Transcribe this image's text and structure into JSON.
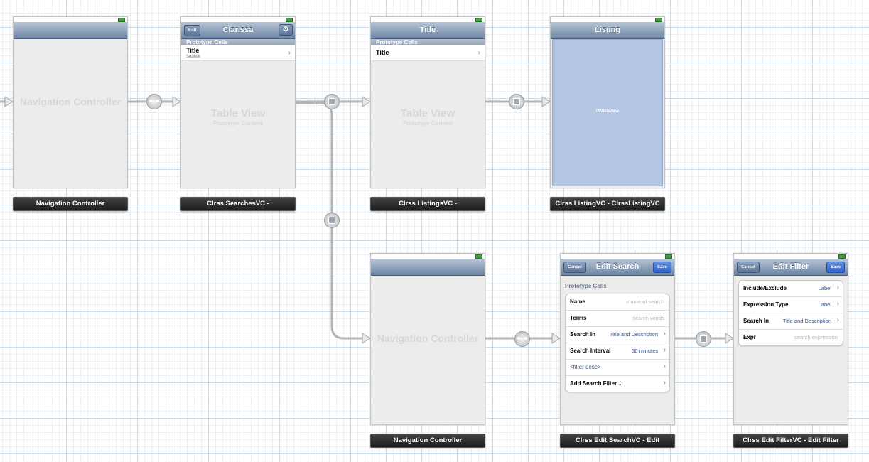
{
  "colors": {
    "navbar": "#6d84a3",
    "label_bar": "#1c1c1c",
    "webview": "#b3c5e2",
    "grid": "#c9dcea",
    "value_text": "#385487"
  },
  "scenes": {
    "nav1": {
      "ghost": "Navigation Controller",
      "label": "Navigation Controller"
    },
    "searches": {
      "title": "Clarissa",
      "left_button": "Edit",
      "right_icon": "gear-icon",
      "section": "Prototype Cells",
      "cell_title": "Title",
      "cell_subtitle": "Subtitle",
      "ghost": "Table View",
      "ghost_sub": "Prototype Content",
      "label": "Clrss SearchesVC -"
    },
    "listings": {
      "title": "Title",
      "section": "Prototype Cells",
      "cell_title": "Title",
      "ghost": "Table View",
      "ghost_sub": "Prototype Content",
      "label": "Clrss ListingsVC -"
    },
    "listing": {
      "title": "Listing",
      "webview": "UIWebView",
      "label": "Clrss ListingVC - ClrssListingVC"
    },
    "nav2": {
      "ghost": "Navigation Controller",
      "label": "Navigation Controller"
    },
    "edit_search": {
      "title": "Edit Search",
      "left_button": "Cancel",
      "right_button": "Save",
      "section": "Prototype Cells",
      "rows": [
        {
          "label": "Name",
          "placeholder": "name of search"
        },
        {
          "label": "Terms",
          "placeholder": "search words"
        },
        {
          "label": "Search In",
          "value": "Title and Description"
        },
        {
          "label": "Search Interval",
          "value": "30 minutes"
        },
        {
          "label": "<filter desc>"
        },
        {
          "label": "Add Search Filter..."
        }
      ],
      "label": "Clrss Edit SearchVC - Edit"
    },
    "edit_filter": {
      "title": "Edit Filter",
      "left_button": "Cancel",
      "right_button": "Save",
      "rows": [
        {
          "label": "Include/Exclude",
          "value": "Label"
        },
        {
          "label": "Expression Type",
          "value": "Label"
        },
        {
          "label": "Search In",
          "value": "Title and Description"
        },
        {
          "label": "Expr",
          "placeholder": "search expression"
        }
      ],
      "label": "Clrss Edit FilterVC - Edit Filter"
    }
  }
}
